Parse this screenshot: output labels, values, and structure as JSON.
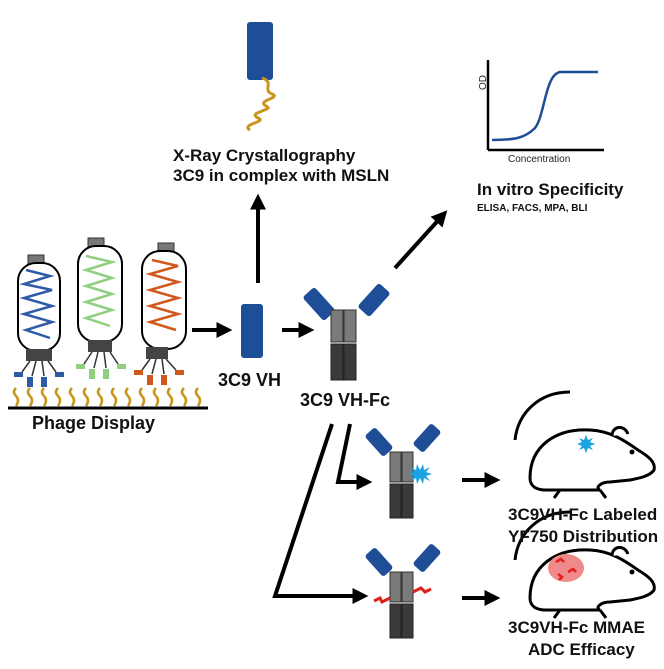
{
  "labels": {
    "xray_title": "X-Ray Crystallography",
    "xray_subtitle": "3C9 in complex with MSLN",
    "specificity_title": "In vitro Specificity",
    "specificity_methods": "ELISA, FACS, MPA, BLI",
    "phage_display": "Phage Display",
    "vh": "3C9 VH",
    "vh_fc": "3C9 VH-Fc",
    "labeled_line1": "3C9VH-Fc Labeled",
    "labeled_line2": "YF750 Distribution",
    "mmae_line1": "3C9VH-Fc MMAE",
    "mmae_line2": "ADC Efficacy"
  },
  "inset_plot": {
    "ylabel": "OD",
    "xlabel": "Concentration"
  },
  "colors": {
    "vh_blue": "#1f4e99",
    "fc_gray": "#7a7a7a",
    "fc_dark": "#3a3a3a",
    "antigen_gold": "#c8961e",
    "phage_blue": "#2f5aa8",
    "phage_green": "#8fcf7f",
    "phage_orange": "#d0581c",
    "dye_cyan": "#1aa3e0",
    "drug_red": "#e0201c",
    "tumor_pink": "#f08a8a"
  }
}
